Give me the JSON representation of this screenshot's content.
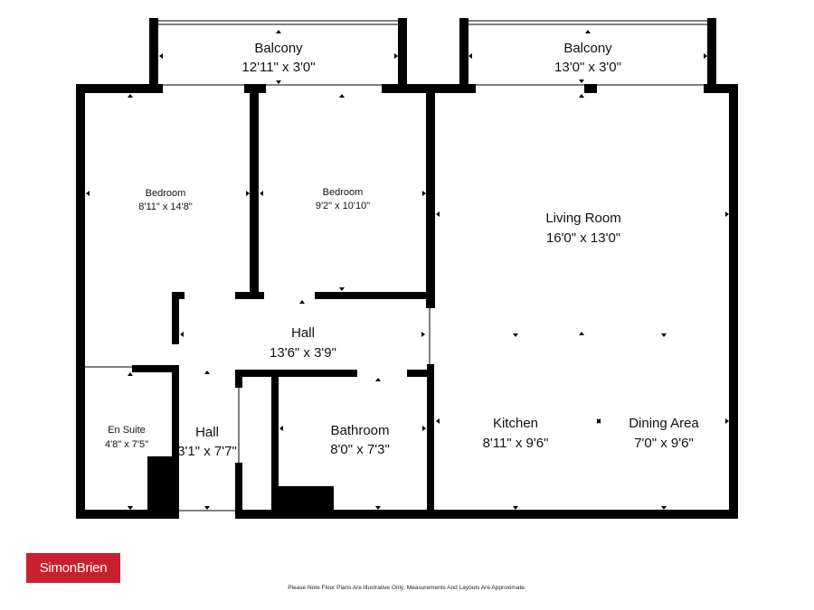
{
  "rooms": {
    "balcony_left": {
      "name": "Balcony",
      "dims": "12'11\" x 3'0\""
    },
    "balcony_right": {
      "name": "Balcony",
      "dims": "13'0\" x 3'0\""
    },
    "bedroom_1": {
      "name": "Bedroom",
      "dims": "8'11\" x 14'8\""
    },
    "bedroom_2": {
      "name": "Bedroom",
      "dims": "9'2\" x 10'10\""
    },
    "living_room": {
      "name": "Living Room",
      "dims": "16'0\" x 13'0\""
    },
    "hall_main": {
      "name": "Hall",
      "dims": "13'6\" x 3'9\""
    },
    "en_suite": {
      "name": "En Suite",
      "dims": "4'8\" x 7'5\""
    },
    "hall_small": {
      "name": "Hall",
      "dims": "3'1\" x 7'7\""
    },
    "bathroom": {
      "name": "Bathroom",
      "dims": "8'0\" x 7'3\""
    },
    "kitchen": {
      "name": "Kitchen",
      "dims": "8'11\" x 9'6\""
    },
    "dining_area": {
      "name": "Dining Area",
      "dims": "7'0\" x 9'6\""
    }
  },
  "brand": {
    "logo_text": "SimonBrien",
    "logo_color": "#c8202f"
  },
  "footer": {
    "disclaimer": "Please Note Floor Plans Are Illustrative Only; Measurements And Layouts Are Approximate."
  },
  "icons": {
    "dimension_marker": "triangle-arrow-icon"
  }
}
